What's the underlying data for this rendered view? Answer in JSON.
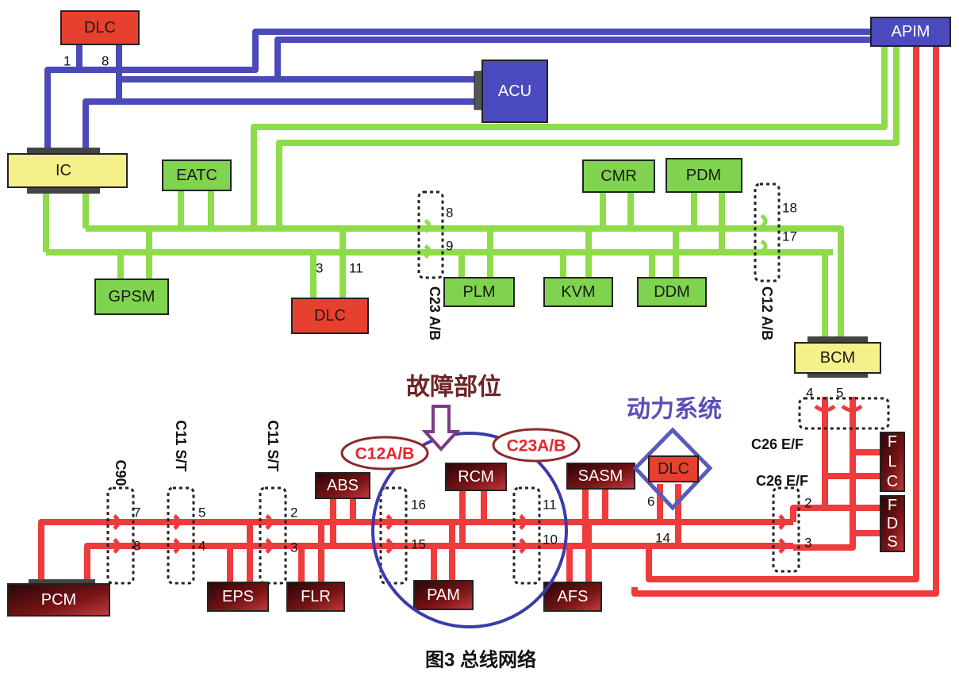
{
  "figure": {
    "caption": "图3 总线网络",
    "fault_label": "故障部位",
    "powertrain_label": "动力系统"
  },
  "modules": {
    "dlc_top": "DLC",
    "apim": "APIM",
    "acu": "ACU",
    "ic": "IC",
    "eatc": "EATC",
    "cmr": "CMR",
    "pdm": "PDM",
    "gpsm": "GPSM",
    "dlc_mid": "DLC",
    "plm": "PLM",
    "kvm": "KVM",
    "ddm": "DDM",
    "bcm": "BCM",
    "abs": "ABS",
    "rcm": "RCM",
    "sasm": "SASM",
    "dlc_low": "DLC",
    "pcm": "PCM",
    "eps": "EPS",
    "flr": "FLR",
    "pam": "PAM",
    "afs": "AFS",
    "flc": [
      "F",
      "L",
      "C"
    ],
    "fds": [
      "F",
      "D",
      "S"
    ]
  },
  "connectors": {
    "c23ab": "C23 A/B",
    "c12ab": "C12 A/B",
    "c90": "C90",
    "c11st_a": "C11 S/T",
    "c11st_b": "C11 S/T",
    "c26ef_a": "C26 E/F",
    "c26ef_b": "C26 E/F",
    "tag_c12ab": "C12A/B",
    "tag_c23ab": "C23A/B"
  },
  "pins": {
    "dlc_top_1": "1",
    "dlc_top_8": "8",
    "c23_8": "8",
    "c23_9": "9",
    "dlc_mid_3": "3",
    "dlc_mid_11": "11",
    "c12_18": "18",
    "c12_17": "17",
    "bcm_4": "4",
    "bcm_5": "5",
    "c90_7": "7",
    "c90_8": "8",
    "c11a_5": "5",
    "c11a_4": "4",
    "c11b_2": "2",
    "c11b_3": "3",
    "c12low_16": "16",
    "c12low_15": "15",
    "c23low_11": "11",
    "c23low_10": "10",
    "dlc_low_6": "6",
    "dlc_low_14": "14",
    "c26_2": "2",
    "c26_3": "3"
  },
  "colors": {
    "blue_bus": "#4a4ab8",
    "green_bus": "#8edc4a",
    "red_bus": "#ee3b3b",
    "red_module": "#e8402e",
    "green_module": "#7fd34f",
    "yellow_module": "#f4f08a",
    "blue_module": "#4b4bbf",
    "dark_module": "#5a0f10",
    "fault_ellipse": "#8b2a2a",
    "fault_arrow": "#7a3a86",
    "circle": "#3b3ba8"
  }
}
